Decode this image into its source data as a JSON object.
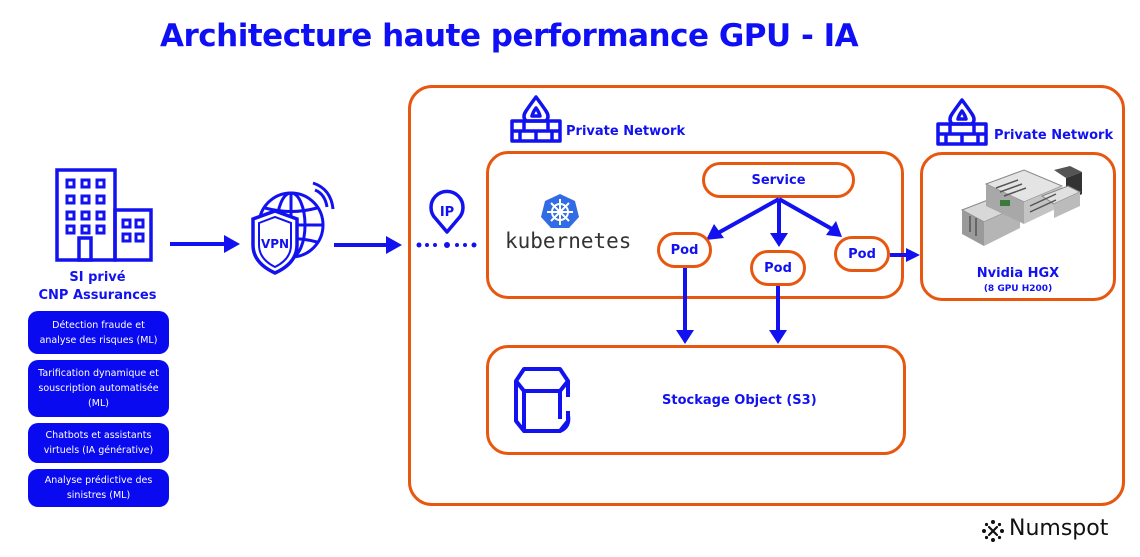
{
  "title": "Architecture haute performance GPU - IA",
  "colors": {
    "primary_blue": "#1212f0",
    "orange": "#e8570f",
    "usecase_bg": "#0a0af0",
    "k8s_blue": "#326ce5"
  },
  "client": {
    "icon": "building-icon",
    "name_line1": "SI privé",
    "name_line2": "CNP Assurances",
    "use_cases": [
      "Détection fraude et analyse des risques (ML)",
      "Tarification dynamique et souscription automatisée (ML)",
      "Chatbots et assistants virtuels (IA générative)",
      "Analyse prédictive des sinistres (ML)"
    ]
  },
  "vpn": {
    "icon": "vpn-globe-shield-icon",
    "text": "VPN"
  },
  "ip": {
    "icon": "ip-pin-icon",
    "text": "IP"
  },
  "cloud": {
    "private_network_label": "Private Network",
    "kubernetes": {
      "logo": "kubernetes-wheel-icon",
      "text": "kubernetes",
      "service_label": "Service",
      "pods": [
        "Pod",
        "Pod",
        "Pod"
      ]
    },
    "gpu": {
      "private_network_label": "Private Network",
      "name": "Nvidia HGX",
      "spec": "(8 GPU H200)"
    },
    "storage": {
      "icon": "object-storage-icon",
      "label": "Stockage Object (S3)"
    }
  },
  "brand": {
    "name": "Numspot",
    "icon": "numspot-logo-icon"
  }
}
